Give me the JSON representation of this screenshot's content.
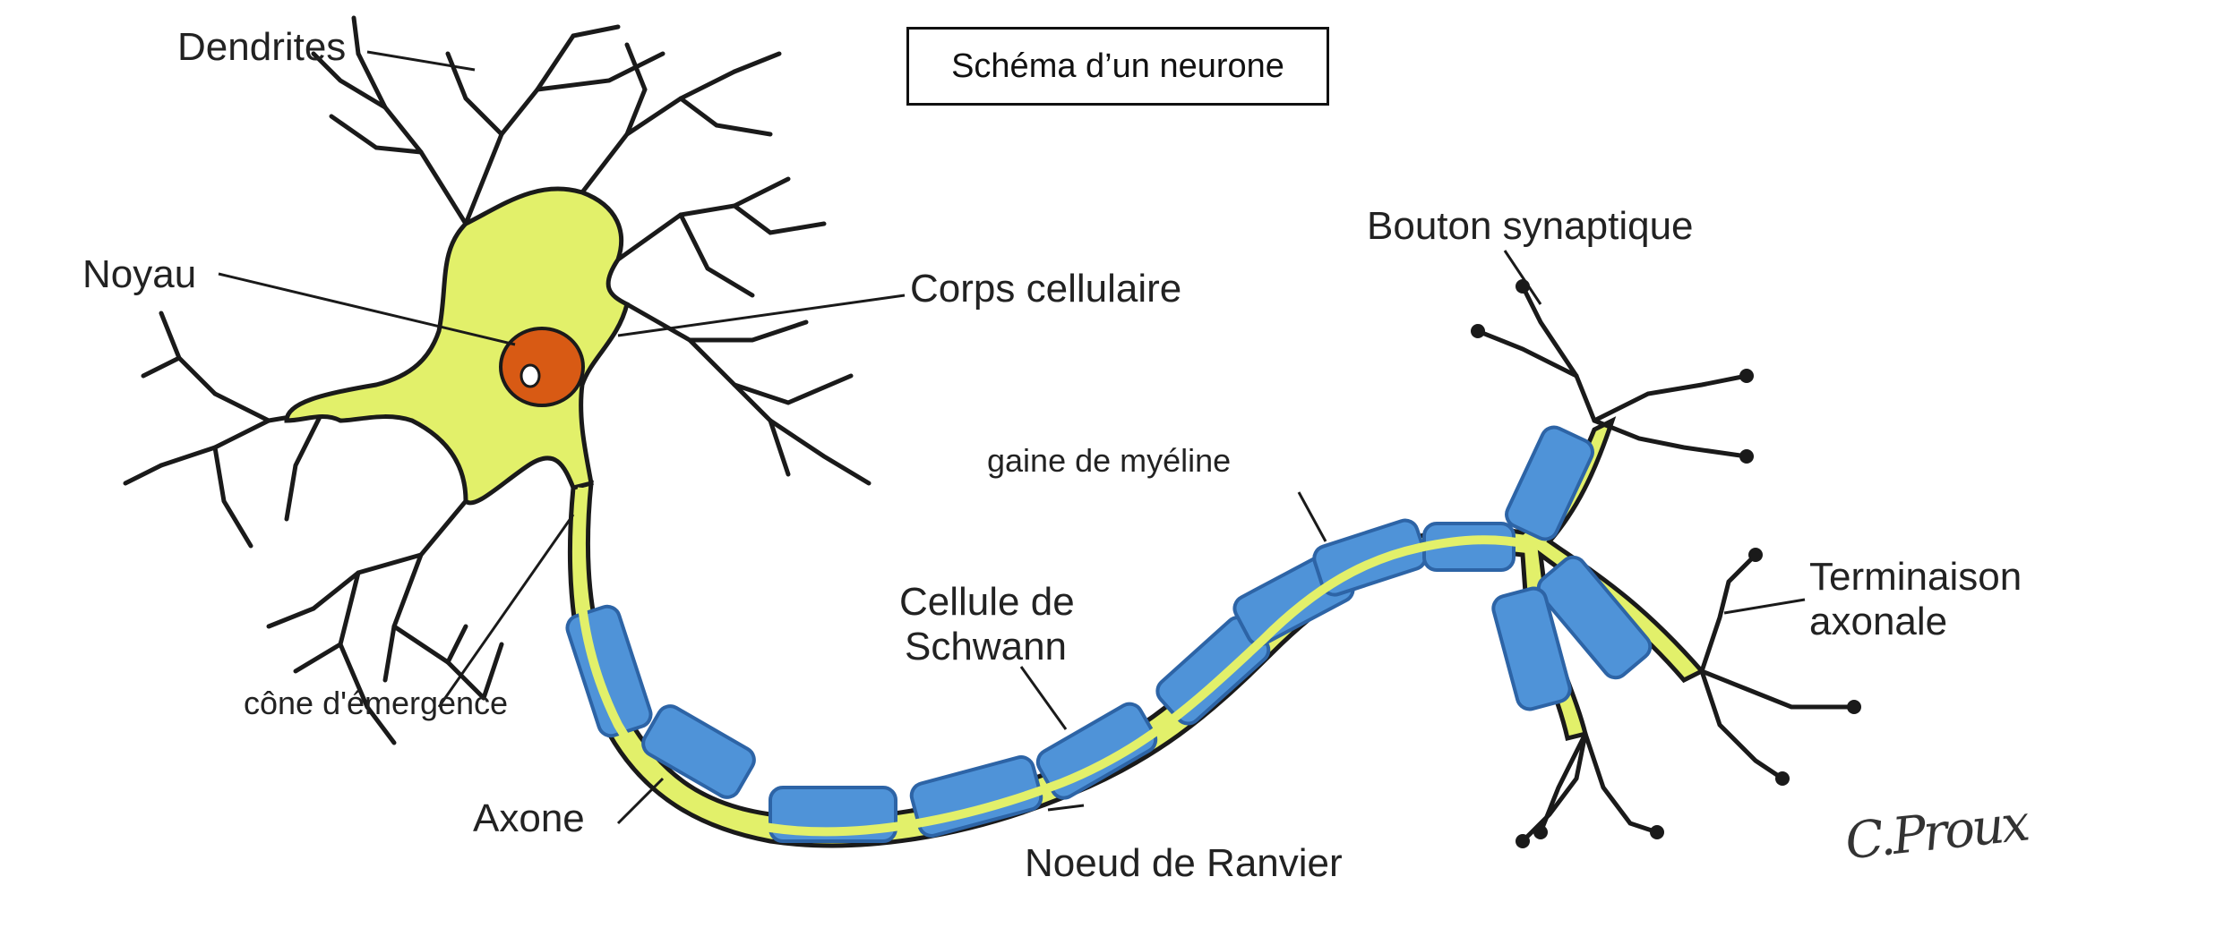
{
  "title": "Schéma d’un neurone",
  "labels": {
    "dendrites": "Dendrites",
    "noyau": "Noyau",
    "corps_cellulaire": "Corps cellulaire",
    "cone_emergence": "cône d'émergence",
    "axone": "Axone",
    "gaine_myeline": "gaine de myéline",
    "cellule_schwann_line1": "Cellule de",
    "cellule_schwann_line2": "Schwann",
    "noeud_ranvier": "Noeud de Ranvier",
    "bouton_synaptique": "Bouton synaptique",
    "terminaison_line1": "Terminaison",
    "terminaison_line2": "axonale"
  },
  "signature": "C.Proux",
  "colors": {
    "cell_body": "#e2f06a",
    "nucleus": "#d85a14",
    "myelin": "#4f93d8",
    "myelin_dark": "#2d64a6",
    "outline": "#1a1a1a"
  }
}
